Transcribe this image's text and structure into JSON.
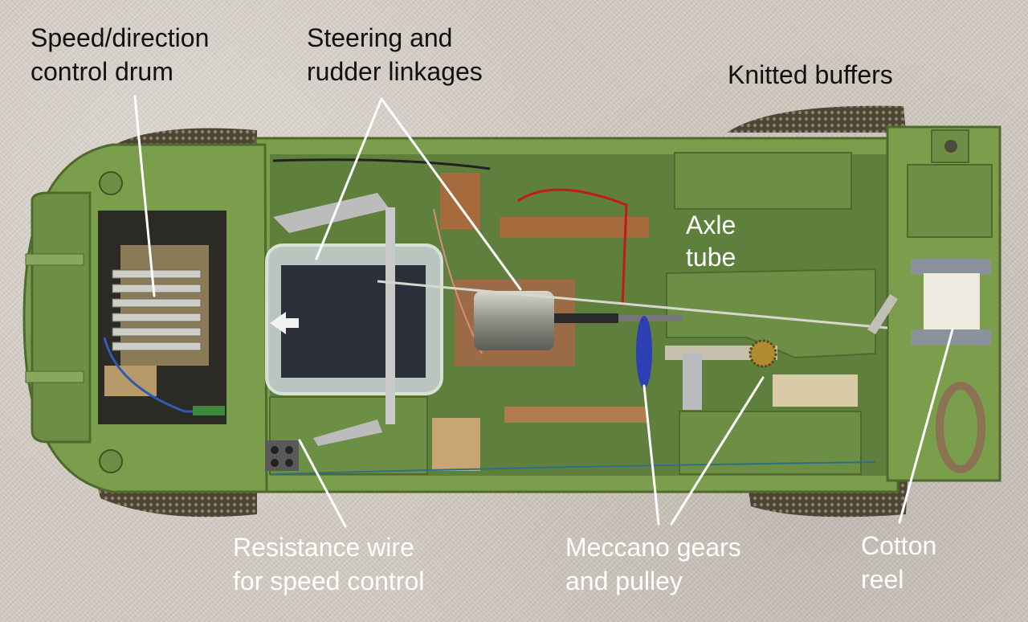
{
  "annotations": {
    "speed_control_drum": {
      "line1": "Speed/direction",
      "line2": "control drum"
    },
    "steering_linkages": {
      "line1": "Steering and",
      "line2": "rudder linkages"
    },
    "knitted_buffers": {
      "text": "Knitted buffers"
    },
    "axle_tube": {
      "line1": "Axle",
      "line2": "tube"
    },
    "resistance_wire": {
      "line1": "Resistance wire",
      "line2": "for speed control"
    },
    "meccano_gears": {
      "line1": "Meccano gears",
      "line2": "and pulley"
    },
    "cotton_reel": {
      "line1": "Cotton",
      "line2": "reel"
    }
  },
  "colors": {
    "body_green": "#7a9e4c",
    "panel_green": "#6d8f45",
    "floor_green": "#5f7f3c",
    "carpet": "#d3ccc3",
    "buffer_brown": "#4c4133",
    "pointer_white": "#ffffff"
  }
}
